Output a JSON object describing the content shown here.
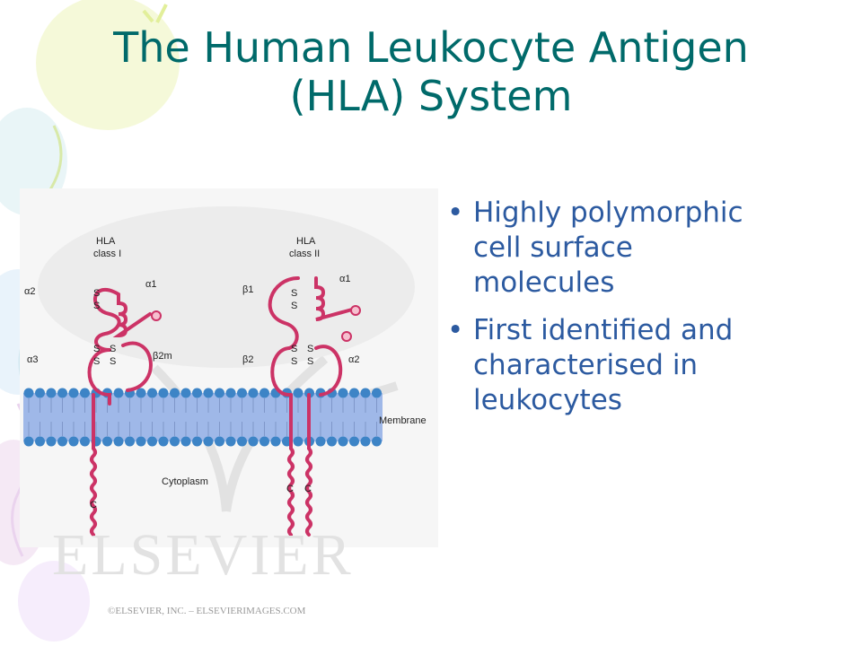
{
  "slide": {
    "title_line1": "The Human Leukocyte Antigen",
    "title_line2": "(HLA) System",
    "bullets": [
      {
        "line1": "Highly polymorphic",
        "line2": "cell surface",
        "line3": "molecules"
      },
      {
        "line1": "First identified and",
        "line2": "characterised in",
        "line3": "leukocytes"
      }
    ]
  },
  "figure": {
    "class1_label_line1": "HLA",
    "class1_label_line2": "class I",
    "class2_label_line1": "HLA",
    "class2_label_line2": "class II",
    "domain_labels": {
      "alpha1_class1": "α1",
      "alpha2_class1": "α2",
      "alpha3_class1": "α3",
      "beta2m": "β2m",
      "beta1_class2": "β1",
      "alpha1_class2": "α1",
      "beta2_class2": "β2",
      "alpha2_class2": "α2"
    },
    "disulfide_s": "S",
    "membrane_label": "Membrane",
    "cytoplasm_label": "Cytoplasm",
    "c_terminus": "C",
    "watermark": "ELSEVIER",
    "copyright": "©ELSEVIER, INC. – ELSEVIERIMAGES.COM"
  },
  "colors": {
    "title": "#006a6a",
    "bullet_text": "#2c5aa0",
    "protein_chain": "#cc3366",
    "lipid_head": "#3d84c6",
    "membrane_band": "#9fb8e8"
  }
}
